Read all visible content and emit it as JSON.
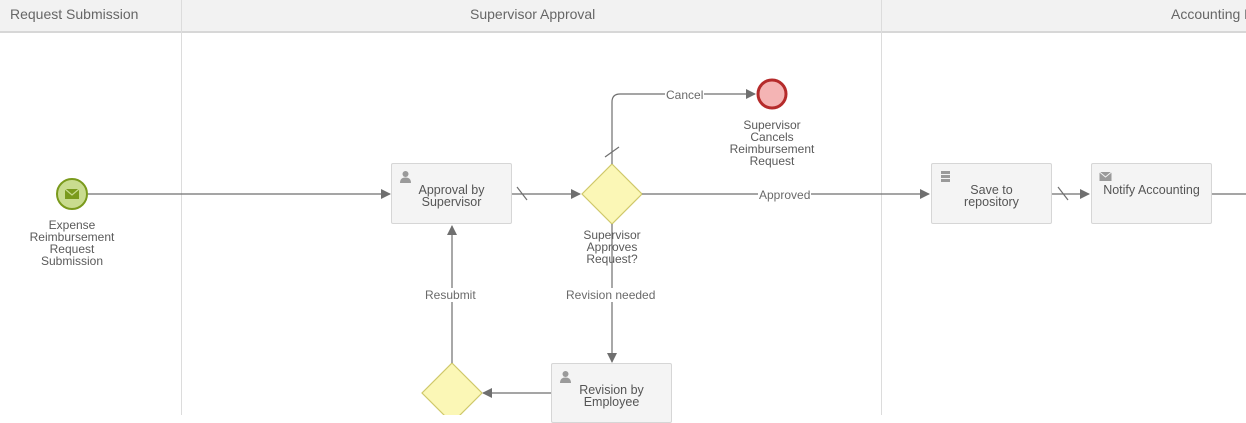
{
  "lanes": {
    "request_submission": "Request Submission",
    "supervisor_approval": "Supervisor Approval",
    "accounting": "Accounting N"
  },
  "events": {
    "start_label": "Expense Reimbursement Request Submission",
    "cancel_end_label": "Supervisor Cancels Reimbursement Request"
  },
  "tasks": {
    "approval": "Approval by Supervisor",
    "revision": "Revision by Employee",
    "save": "Save to repository",
    "notify": "Notify Accounting"
  },
  "gateways": {
    "approve_question": "Supervisor Approves Request?"
  },
  "flows": {
    "cancel": "Cancel",
    "approved": "Approved",
    "revision_needed": "Revision needed",
    "resubmit": "Resubmit"
  },
  "colors": {
    "start_fill": "#c9dc8f",
    "start_stroke": "#7a9a1c",
    "end_fill": "#f4b4b4",
    "end_stroke": "#b52b2b",
    "gateway_fill": "#fbf7b6",
    "gateway_stroke": "#cfc86a",
    "task_fill": "#f4f4f4",
    "flow_line": "#6f6f6f"
  }
}
